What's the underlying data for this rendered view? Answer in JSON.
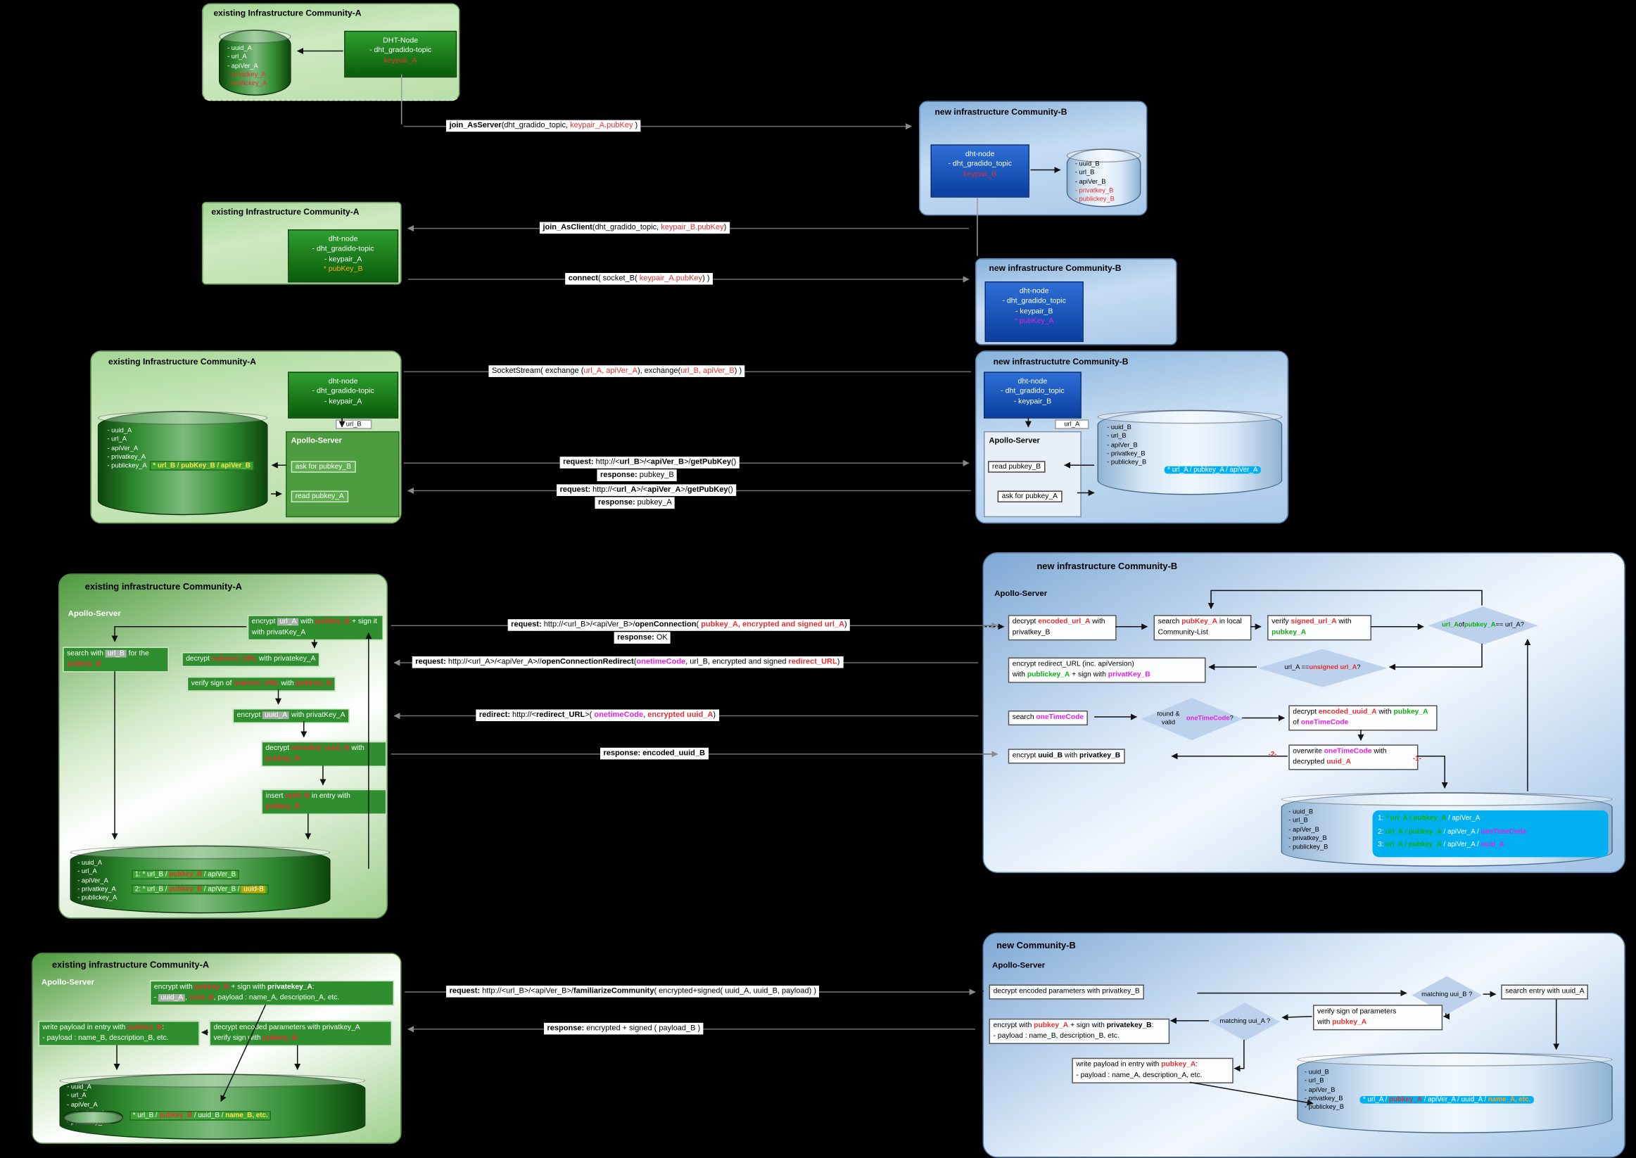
{
  "colors": {
    "community_a_green": "#2f8f2f",
    "community_b_blue": "#1155cc",
    "db_green": "#2f8b2f",
    "db_blue": "#cfe2f3",
    "highlight_cyan": "#00b0f0",
    "entry_green": "#3fa234",
    "alert_red": "#e63030",
    "magenta": "#e81ee8",
    "green_text": "#0faf0f",
    "orange": "#ffa51e",
    "yellow": "#ffe14d"
  },
  "a1": {
    "title": "existing Infrastructure Community-A",
    "db": [
      {
        "t": "- uuid_A",
        "c": "ln"
      },
      {
        "t": "- url_A",
        "c": "ln"
      },
      {
        "t": "- apiVer_A",
        "c": "ln"
      },
      {
        "t": "- privatkey_A",
        "c": "ln red"
      },
      {
        "t": "- publickey_A",
        "c": "ln red"
      }
    ],
    "node": [
      {
        "t": "DHT-Node",
        "c": "ln"
      },
      {
        "t": "- dht_gradido-topic",
        "c": "ln"
      },
      {
        "t": "keypair_A",
        "c": "ln red"
      }
    ]
  },
  "b1": {
    "title": "new infrastructure Community-B",
    "node": [
      {
        "t": "dht-node",
        "c": "ln"
      },
      {
        "t": "- dht_gradido_topic",
        "c": "ln"
      },
      {
        "t": "keypair_B",
        "c": "ln red"
      }
    ],
    "db": [
      {
        "t": "- uuid_B",
        "c": "ln"
      },
      {
        "t": "- url_B",
        "c": "ln"
      },
      {
        "t": "- apiVer_B",
        "c": "ln"
      },
      {
        "t": "- privatkey_B",
        "c": "ln red"
      },
      {
        "t": "- publickey_B",
        "c": "ln red"
      }
    ]
  },
  "a2": {
    "title": "existing Infrastructure Community-A",
    "node": [
      {
        "t": "dht-node",
        "c": "ln"
      },
      {
        "t": "- dht_gradido-topic",
        "c": "ln"
      },
      {
        "t": "- keypair_A",
        "c": "ln"
      },
      {
        "t": "* pubKey_B",
        "c": "ln org"
      }
    ]
  },
  "b2": {
    "title": "new infrastructure Community-B",
    "node": [
      {
        "t": "dht-node",
        "c": "ln"
      },
      {
        "t": "- dht_gradido_topic",
        "c": "ln"
      },
      {
        "t": "- keypair_B",
        "c": "ln"
      },
      {
        "t": "* pubKey_A",
        "c": "ln mag"
      }
    ]
  },
  "a3": {
    "title": "existing Infrastructure Community-A",
    "node": [
      {
        "t": "dht-node",
        "c": "ln"
      },
      {
        "t": "- dht_gradido-topic",
        "c": "ln"
      },
      {
        "t": "- keypair_A",
        "c": "ln"
      }
    ],
    "url_label": "url_B",
    "apollo": "Apollo-Server",
    "ask": "ask for pubkey_B",
    "read": "read pubkey_A",
    "db": [
      {
        "t": "- uuid_A",
        "c": "ln"
      },
      {
        "t": "- url_A",
        "c": "ln"
      },
      {
        "t": "- apiVer_A",
        "c": "ln"
      },
      {
        "t": "- privatkey_A",
        "c": "ln"
      },
      {
        "t": "- publickey_A",
        "c": "ln"
      }
    ],
    "entry": [
      {
        "t": "* url_B / pubKey_B / apiVer_B",
        "c": "yelb"
      }
    ]
  },
  "b3": {
    "title": "new infrastructutre Community-B",
    "node": [
      {
        "t": "dht-node",
        "c": "ln"
      },
      {
        "t": "- dht_gradido_topic",
        "c": "ln"
      },
      {
        "t": "- keypair_B",
        "c": "ln"
      }
    ],
    "url_label": "url_A",
    "apollo": "Apollo-Server",
    "read": "read pubkey_B",
    "ask": "ask for pubkey_A",
    "db": [
      {
        "t": "- uuid_B",
        "c": "ln"
      },
      {
        "t": "- url_B",
        "c": "ln"
      },
      {
        "t": "- apiVer_B",
        "c": "ln"
      },
      {
        "t": "- privatkey_B",
        "c": "ln"
      },
      {
        "t": "- publickey_B",
        "c": "ln"
      }
    ],
    "entry": [
      {
        "t": "* url_A / pubkey_A / apiVer_A"
      }
    ]
  },
  "a4": {
    "title": "existing infrastructure Community-A",
    "apollo": "Apollo-Server",
    "s1": [
      {
        "t": "encrypt "
      },
      {
        "t": "url_A",
        "c": "hl"
      },
      {
        "t": " with "
      },
      {
        "t": "pubkey_B",
        "c": "redb"
      },
      {
        "t": " + sign it with privatKey_A"
      }
    ],
    "s2": [
      {
        "t": "search with "
      },
      {
        "t": "url_B",
        "c": "hl"
      },
      {
        "t": " for the "
      },
      {
        "t": "pubkey_B",
        "c": "redb"
      }
    ],
    "s3": [
      {
        "t": "decrypt "
      },
      {
        "t": "redirect_URL",
        "c": "redb"
      },
      {
        "t": " with privatekey_A"
      }
    ],
    "s4": [
      {
        "t": "verify sign of "
      },
      {
        "t": "redirect_URL",
        "c": "redb"
      },
      {
        "t": " with "
      },
      {
        "t": "pubKey_B",
        "c": "redb"
      }
    ],
    "s5": [
      {
        "t": "encrypt "
      },
      {
        "t": "uuid_A",
        "c": "hl"
      },
      {
        "t": " with privatKey_A"
      }
    ],
    "s6": [
      {
        "t": "decrypt "
      },
      {
        "t": "encoded_uuid_B",
        "c": "redb"
      },
      {
        "t": " with "
      },
      {
        "t": "pubkey_B",
        "c": "redb"
      }
    ],
    "s7": [
      {
        "t": "insert "
      },
      {
        "t": "uuid_B",
        "c": "redb"
      },
      {
        "t": " in entry with "
      },
      {
        "t": "pubkey_B",
        "c": "redb"
      }
    ],
    "db": [
      {
        "t": "- uuid_A",
        "c": "ln"
      },
      {
        "t": "- url_A",
        "c": "ln"
      },
      {
        "t": "- apiVer_A",
        "c": "ln"
      },
      {
        "t": "- privatkey_A",
        "c": "ln"
      },
      {
        "t": "- publickey_A",
        "c": "ln"
      }
    ],
    "e1": [
      {
        "t": "1: * url_B / "
      },
      {
        "t": "pubkey_B",
        "c": "redb"
      },
      {
        "t": " / apiVer_B"
      }
    ],
    "e2": [
      {
        "t": "2: * url_B / "
      },
      {
        "t": "pubkey_B",
        "c": "redb"
      },
      {
        "t": " / apiVer_B / "
      },
      {
        "t": "uuid-B",
        "c": "yelhl"
      }
    ]
  },
  "b4": {
    "title": "new infrastructure Community-B",
    "apollo": "Apollo-Server",
    "t1": [
      {
        "t": "decrypt "
      },
      {
        "t": "encoded_url_A",
        "c": "redb"
      },
      {
        "t": " with privatkey_B"
      }
    ],
    "t2": [
      {
        "t": "search "
      },
      {
        "t": "pubKey_A",
        "c": "redb"
      },
      {
        "t": " in local Community-List"
      }
    ],
    "t3": [
      {
        "t": "verify "
      },
      {
        "t": "signed_url_A",
        "c": "redb"
      },
      {
        "t": " with "
      },
      {
        "t": "pubkey_A",
        "c": "grnb"
      }
    ],
    "d1": [
      {
        "t": "url_A",
        "c": "grnb"
      },
      {
        "t": " of "
      },
      {
        "t": "pubkey_A",
        "c": "grnb"
      },
      {
        "t": " == url_A?"
      }
    ],
    "t4": [
      {
        "t": "encrypt redirect_URL (inc. apiVersion)"
      },
      {
        "t": "",
        "c": "br"
      },
      {
        "t": "with "
      },
      {
        "t": "publickey_A",
        "c": "grnb"
      },
      {
        "t": " + sign with "
      },
      {
        "t": "privatKey_B",
        "c": "magb"
      }
    ],
    "d2": [
      {
        "t": "url_A == "
      },
      {
        "t": "unsigned url_A",
        "c": "redb"
      },
      {
        "t": "?"
      }
    ],
    "t5": [
      {
        "t": "search "
      },
      {
        "t": "oneTimeCode",
        "c": "magb"
      }
    ],
    "d3": [
      {
        "t": "found & valid "
      },
      {
        "t": "oneTimeCode",
        "c": "magb"
      },
      {
        "t": "?"
      }
    ],
    "t6": [
      {
        "t": "decrypt "
      },
      {
        "t": "encoded_uuid_A",
        "c": "redb"
      },
      {
        "t": " with "
      },
      {
        "t": "pubkey_A",
        "c": "grnb"
      },
      {
        "t": " of "
      },
      {
        "t": "oneTimeCode",
        "c": "magb"
      }
    ],
    "t7": [
      {
        "t": "encrypt "
      },
      {
        "t": "uuid_B",
        "c": "b"
      },
      {
        "t": " with "
      },
      {
        "t": "privatkey_B",
        "c": "b"
      }
    ],
    "t8": [
      {
        "t": "overwrite "
      },
      {
        "t": "oneTimeCode",
        "c": "magb"
      },
      {
        "t": " with decrypted "
      },
      {
        "t": "uuid_A",
        "c": "redb"
      }
    ],
    "lbl2": "-2-",
    "lbl1": "-1-",
    "db": [
      {
        "t": "- uuid_B",
        "c": "ln"
      },
      {
        "t": "- url_B",
        "c": "ln"
      },
      {
        "t": "- apiVer_B",
        "c": "ln"
      },
      {
        "t": "- privatkey_B",
        "c": "ln"
      },
      {
        "t": "- publickey_B",
        "c": "ln"
      }
    ],
    "e1": [
      {
        "t": "1: "
      },
      {
        "t": "* url_A / pubkey_A",
        "c": "grnb"
      },
      {
        "t": " / apiVer_A"
      }
    ],
    "e2": [
      {
        "t": "2: "
      },
      {
        "t": "url_A / pubkey_A",
        "c": "grnb"
      },
      {
        "t": " / apiVer_A / "
      },
      {
        "t": "oneTimeCode",
        "c": "magb"
      }
    ],
    "e3": [
      {
        "t": "3: "
      },
      {
        "t": "url_A / pubkey_A",
        "c": "grnb"
      },
      {
        "t": " / apiVer_A / "
      },
      {
        "t": "uuid_A",
        "c": "magb"
      }
    ]
  },
  "a5": {
    "title": "existing infrastructure Community-A",
    "apollo": "Apollo-Server",
    "u1": [
      {
        "t": "encrypt with "
      },
      {
        "t": "pubkey_B",
        "c": "redb"
      },
      {
        "t": " + sign with "
      },
      {
        "t": "privatekey_A",
        "c": "b"
      },
      {
        "t": ":"
      },
      {
        "t": "",
        "c": "br"
      },
      {
        "t": "- "
      },
      {
        "t": "uuid_A",
        "c": "hl"
      },
      {
        "t": ", "
      },
      {
        "t": "uuid_B",
        "c": "redb"
      },
      {
        "t": ", payload : name_A, description_A, etc."
      }
    ],
    "u2": [
      {
        "t": "write payload in entry with "
      },
      {
        "t": "pubkey_B",
        "c": "redb"
      },
      {
        "t": ":"
      },
      {
        "t": "",
        "c": "br"
      },
      {
        "t": "- payload : name_B, description_B, etc."
      }
    ],
    "u3": [
      {
        "t": "decrypt encoded parameters with privatkey_A"
      },
      {
        "t": "",
        "c": "br"
      },
      {
        "t": "verify sign with "
      },
      {
        "t": "pubkey_B",
        "c": "redb"
      }
    ],
    "db": [
      {
        "t": "- uuid_A",
        "c": "ln"
      },
      {
        "t": "- url_A",
        "c": "ln"
      },
      {
        "t": "- apiVer_A",
        "c": "ln"
      },
      {
        "t": "- privatkey_A",
        "c": "ln"
      },
      {
        "t": "- publickey_A",
        "c": "ln"
      }
    ],
    "entry": [
      {
        "t": "* url_B / "
      },
      {
        "t": "pubkey_B",
        "c": "redb"
      },
      {
        "t": " / uuid_B / "
      },
      {
        "t": "name_B, etc.",
        "c": "yelb"
      }
    ]
  },
  "b5": {
    "title": "new Community-B",
    "apollo": "Apollo-Server",
    "v1": [
      {
        "t": "decrypt encoded parameters with privatkey_B"
      }
    ],
    "d4": [
      {
        "t": "matching uui_B ?"
      }
    ],
    "v2": [
      {
        "t": "search entry with uuid_A"
      }
    ],
    "v3": [
      {
        "t": "encrypt with "
      },
      {
        "t": "pubkey_A",
        "c": "redb"
      },
      {
        "t": " + sign with "
      },
      {
        "t": "privatekey_B",
        "c": "b"
      },
      {
        "t": ":"
      },
      {
        "t": "",
        "c": "br"
      },
      {
        "t": "- payload : name_B, description_B, etc."
      }
    ],
    "d5": [
      {
        "t": "matching uui_A ?"
      }
    ],
    "v4": [
      {
        "t": "verify sign of parameters"
      },
      {
        "t": "",
        "c": "br"
      },
      {
        "t": "with "
      },
      {
        "t": "pubkey_A",
        "c": "redb"
      }
    ],
    "v5": [
      {
        "t": "write payload in entry with "
      },
      {
        "t": "pubkey_A",
        "c": "redb"
      },
      {
        "t": ":"
      },
      {
        "t": "",
        "c": "br"
      },
      {
        "t": "- payload : name_A, description_A, etc."
      }
    ],
    "db": [
      {
        "t": "- uuid_B",
        "c": "ln"
      },
      {
        "t": "- url_B",
        "c": "ln"
      },
      {
        "t": "- apiVer_B",
        "c": "ln"
      },
      {
        "t": "- privatkey_B",
        "c": "ln"
      },
      {
        "t": "- publickey_B",
        "c": "ln"
      }
    ],
    "entry": [
      {
        "t": "* url_A / "
      },
      {
        "t": "pubkey_A",
        "c": "redb"
      },
      {
        "t": " / apiVer_A / uuid_A / "
      },
      {
        "t": "name_A, etc.",
        "c": "orgb"
      }
    ]
  },
  "msgs": {
    "join_as_server": [
      {
        "t": "join_AsServer",
        "c": "b"
      },
      {
        "t": "(dht_gradido_topic, "
      },
      {
        "t": "keypair_A.pubKey",
        "c": "red"
      },
      {
        "t": " )"
      }
    ],
    "join_as_client": [
      {
        "t": "join_AsClient",
        "c": "b"
      },
      {
        "t": "(dht_gradido_topic, "
      },
      {
        "t": "keypair_B.pubKey",
        "c": "red"
      },
      {
        "t": ")"
      }
    ],
    "connect": [
      {
        "t": "connect",
        "c": "b"
      },
      {
        "t": "( socket_B( "
      },
      {
        "t": "keypair_A.pubKey",
        "c": "red"
      },
      {
        "t": ") )"
      }
    ],
    "socket_stream": [
      {
        "t": "SocketStream( exchange ("
      },
      {
        "t": "url_A, apiVer_A",
        "c": "red"
      },
      {
        "t": "), exchange("
      },
      {
        "t": "url_B, apiVer_B",
        "c": "red"
      },
      {
        "t": ") )"
      }
    ],
    "req_pubkey_b": [
      {
        "t": "request:",
        "c": "b"
      },
      {
        "t": " http://<"
      },
      {
        "t": "url_B",
        "c": "b"
      },
      {
        "t": ">/<"
      },
      {
        "t": "apiVer_B",
        "c": "b"
      },
      {
        "t": ">/"
      },
      {
        "t": "getPubKey",
        "c": "b"
      },
      {
        "t": "()"
      }
    ],
    "resp_pubkey_b": [
      {
        "t": "response:",
        "c": "b"
      },
      {
        "t": " pubkey_B"
      }
    ],
    "req_pubkey_a": [
      {
        "t": "request:",
        "c": "b"
      },
      {
        "t": " http://<"
      },
      {
        "t": "url_A",
        "c": "b"
      },
      {
        "t": ">/<"
      },
      {
        "t": "apiVer_A",
        "c": "b"
      },
      {
        "t": ">/"
      },
      {
        "t": "getPubKey",
        "c": "b"
      },
      {
        "t": "()"
      }
    ],
    "resp_pubkey_a": [
      {
        "t": "response:",
        "c": "b"
      },
      {
        "t": " pubkey_A"
      }
    ],
    "req_open": [
      {
        "t": "request:",
        "c": "b"
      },
      {
        "t": " http://<url_B>/<apiVer_B>/"
      },
      {
        "t": "openConnection",
        "c": "b"
      },
      {
        "t": "( "
      },
      {
        "t": "pubkey_A, encrypted and signed url_A",
        "c": "redb"
      },
      {
        "t": ")"
      }
    ],
    "resp_ok": [
      {
        "t": "response:",
        "c": "b"
      },
      {
        "t": " OK"
      }
    ],
    "req_redirect": [
      {
        "t": "request:",
        "c": "b"
      },
      {
        "t": " http://<url_A>/<apiVer_A>//"
      },
      {
        "t": "openConnectionRedirect",
        "c": "b"
      },
      {
        "t": "("
      },
      {
        "t": "onetimeCode",
        "c": "magb"
      },
      {
        "t": ", url_B, encrypted and signed "
      },
      {
        "t": "redirect_URL",
        "c": "redb"
      },
      {
        "t": ")"
      }
    ],
    "redirect": [
      {
        "t": "redirect:",
        "c": "b"
      },
      {
        "t": " http://<"
      },
      {
        "t": "redirect_URL",
        "c": "b"
      },
      {
        "t": ">( "
      },
      {
        "t": "onetimeCode",
        "c": "magb"
      },
      {
        "t": ", "
      },
      {
        "t": "encrypted uuid_A",
        "c": "redb"
      },
      {
        "t": ")"
      }
    ],
    "resp_uuid_b": [
      {
        "t": "response:",
        "c": "b"
      },
      {
        "t": " "
      },
      {
        "t": "encoded_uuid_B",
        "c": "b"
      }
    ],
    "req_familiarize": [
      {
        "t": "request:",
        "c": "b"
      },
      {
        "t": " http://<url_B>/<apiVer_B>/"
      },
      {
        "t": "familiarizeCommunity",
        "c": "b"
      },
      {
        "t": "( encrypted+signed( uuid_A, uuid_B, payload) )"
      }
    ],
    "resp_familiarize": [
      {
        "t": "response:",
        "c": "b"
      },
      {
        "t": " encrypted + signed ( payload_B )"
      }
    ]
  }
}
